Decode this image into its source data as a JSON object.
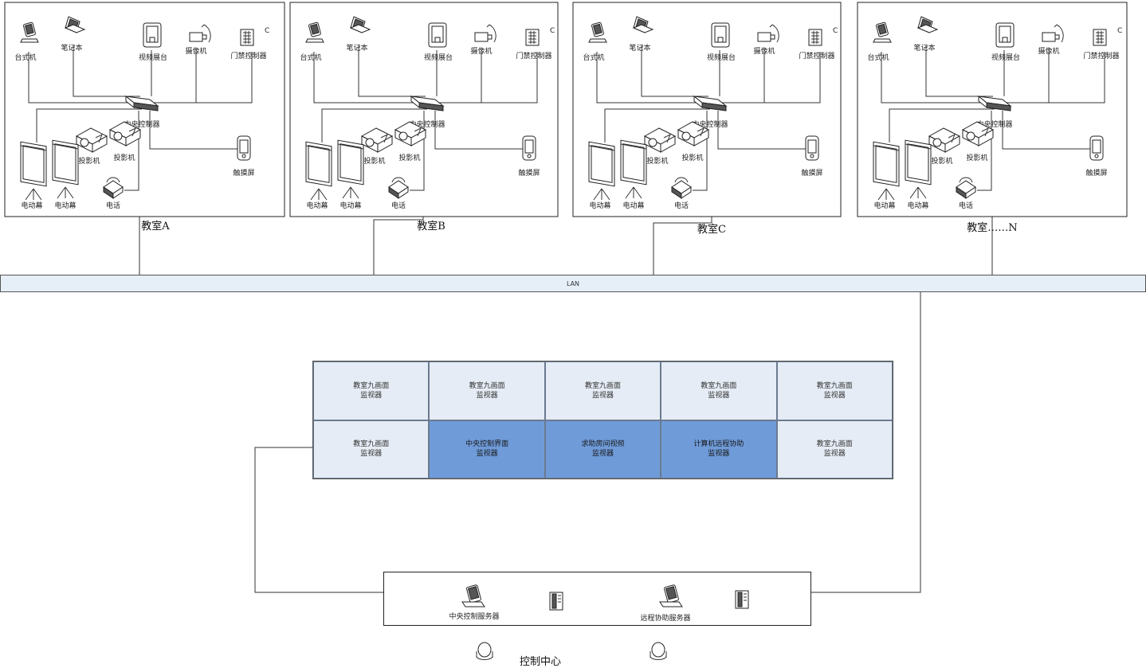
{
  "rooms": [
    {
      "title": "教室A",
      "devices": {
        "desktop": "台式机",
        "laptop": "笔记本",
        "visualizer": "视频展台",
        "camera": "摄像机",
        "door": "门禁控制器",
        "controller": "中央控制器",
        "projector1": "投影机",
        "projector2": "投影机",
        "touch": "触摸屏",
        "screen1": "电动幕",
        "screen2": "电动幕",
        "phone": "电话"
      }
    },
    {
      "title": "教室B",
      "devices": {
        "desktop": "台式机",
        "laptop": "笔记本",
        "visualizer": "视频展台",
        "camera": "摄像机",
        "door": "门禁控制器",
        "controller": "中央控制器",
        "projector1": "投影机",
        "projector2": "投影机",
        "touch": "触摸屏",
        "screen1": "电动幕",
        "screen2": "电动幕",
        "phone": "电话"
      }
    },
    {
      "title": "教室C",
      "devices": {
        "desktop": "台式机",
        "laptop": "笔记本",
        "visualizer": "视频展台",
        "camera": "摄像机",
        "door": "门禁控制器",
        "controller": "中央控制器",
        "projector1": "投影机",
        "projector2": "投影机",
        "touch": "触摸屏",
        "screen1": "电动幕",
        "screen2": "电动幕",
        "phone": "电话"
      }
    },
    {
      "title": "教室……N",
      "devices": {
        "desktop": "台式机",
        "laptop": "笔记本",
        "visualizer": "视频展台",
        "camera": "摄像机",
        "door": "门禁控制器",
        "controller": "中央控制器",
        "projector1": "投影机",
        "projector2": "投影机",
        "touch": "触摸屏",
        "screen1": "电动幕",
        "screen2": "电动幕",
        "phone": "电话"
      }
    }
  ],
  "camera_mark": "C",
  "lan": {
    "label": "LAN"
  },
  "monitor_wall": {
    "cells": [
      {
        "line1": "教室九画面",
        "line2": "监视器",
        "highlight": false
      },
      {
        "line1": "教室九画面",
        "line2": "监视器",
        "highlight": false
      },
      {
        "line1": "教室九画面",
        "line2": "监视器",
        "highlight": false
      },
      {
        "line1": "教室九画面",
        "line2": "监视器",
        "highlight": false
      },
      {
        "line1": "教室九画面",
        "line2": "监视器",
        "highlight": false
      },
      {
        "line1": "教室九画面",
        "line2": "监视器",
        "highlight": false
      },
      {
        "line1": "中央控制界面",
        "line2": "监视器",
        "highlight": true
      },
      {
        "line1": "求助房间视频",
        "line2": "监视器",
        "highlight": true
      },
      {
        "line1": "计算机远程协助",
        "line2": "监视器",
        "highlight": true
      },
      {
        "line1": "教室九画面",
        "line2": "监视器",
        "highlight": false
      }
    ]
  },
  "control_center": {
    "title": "控制中心",
    "central_server": "中央控制服务器",
    "remote_server": "远程协助服务器"
  },
  "colors": {
    "lan_fill": "#e6eef8",
    "cell_fill": "#e5ecf5",
    "cell_highlight": "#6f9bd9"
  }
}
